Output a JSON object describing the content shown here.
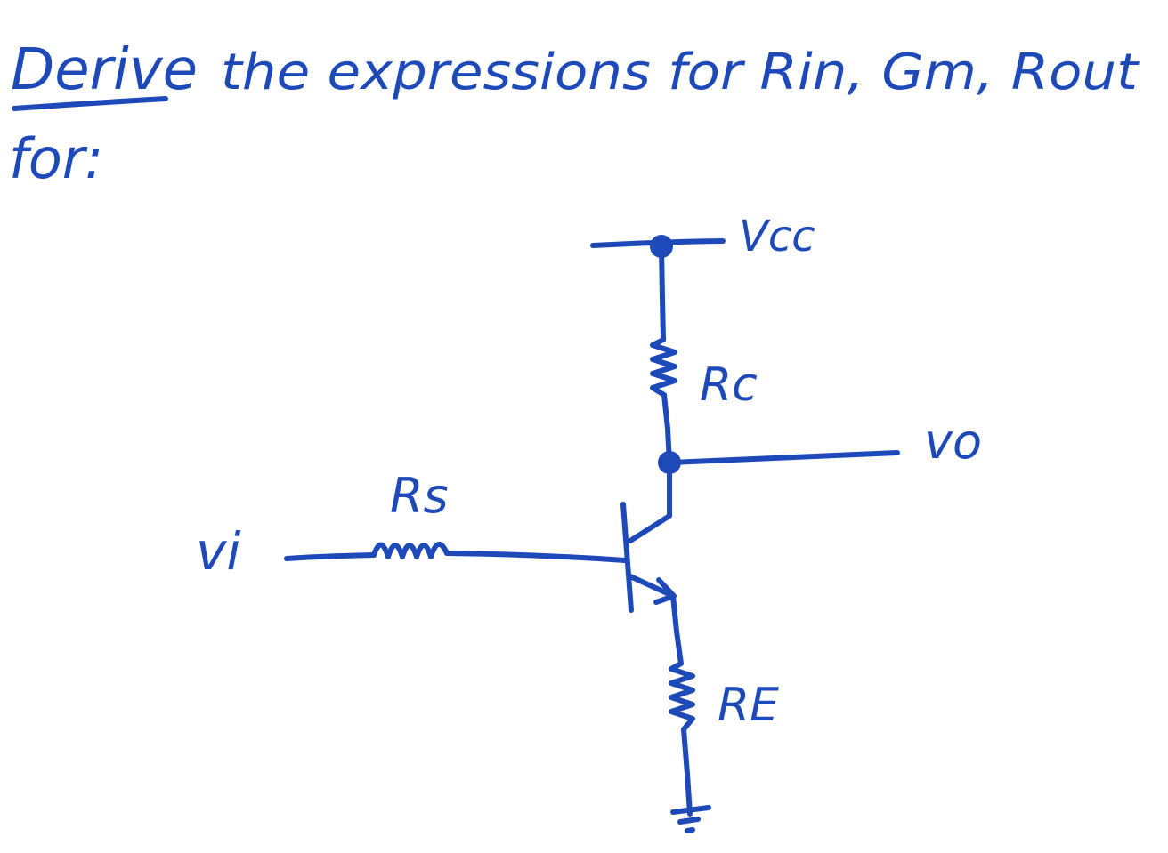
{
  "ink_color": "#1d4ab8",
  "prompt": {
    "keyword": "Derive",
    "rest_line1": "the expressions for Rin, Gm, Rout",
    "line2": "for:"
  },
  "circuit": {
    "supply_label": "Vcc",
    "collector_resistor_label": "Rc",
    "source_resistor_label": "Rs",
    "emitter_resistor_label": "RE",
    "input_label": "vi",
    "output_label": "vo"
  }
}
